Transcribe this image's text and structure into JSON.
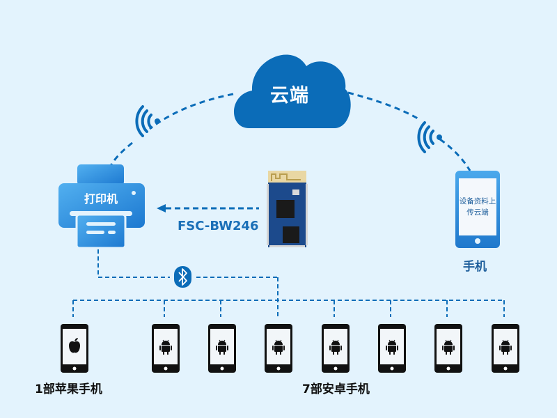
{
  "diagram": {
    "colors": {
      "background": "#e3f3fd",
      "primary_blue": "#0b6cb8",
      "printer_gradient_light": "#4aa8ec",
      "printer_gradient_dark": "#1f7dd4",
      "device_black": "#111111"
    },
    "cloud": {
      "label": "云端",
      "icon": "cloud-icon"
    },
    "printer": {
      "label": "打印机",
      "icon": "printer-icon"
    },
    "module": {
      "label": "FSC-BW246",
      "icon": "bluetooth-wifi-module-pcb"
    },
    "mobile": {
      "screen_text": "设备资料上传云端",
      "label": "手机",
      "icon": "smartphone-icon"
    },
    "links": [
      {
        "from": "printer",
        "to": "cloud",
        "type": "wifi",
        "icon": "wifi-signal-icon"
      },
      {
        "from": "mobile",
        "to": "cloud",
        "type": "wifi",
        "icon": "wifi-signal-icon"
      },
      {
        "from": "module",
        "to": "printer",
        "type": "embedded",
        "icon": "arrow-left-icon"
      },
      {
        "from": "printer",
        "to": "phones",
        "type": "bluetooth",
        "icon": "bluetooth-icon"
      }
    ],
    "phones": [
      {
        "os": "ios",
        "icon": "apple-icon"
      },
      {
        "os": "android",
        "icon": "android-icon"
      },
      {
        "os": "android",
        "icon": "android-icon"
      },
      {
        "os": "android",
        "icon": "android-icon"
      },
      {
        "os": "android",
        "icon": "android-icon"
      },
      {
        "os": "android",
        "icon": "android-icon"
      },
      {
        "os": "android",
        "icon": "android-icon"
      },
      {
        "os": "android",
        "icon": "android-icon"
      }
    ],
    "groups": {
      "apple_label": "1部苹果手机",
      "android_label": "7部安卓手机"
    }
  }
}
